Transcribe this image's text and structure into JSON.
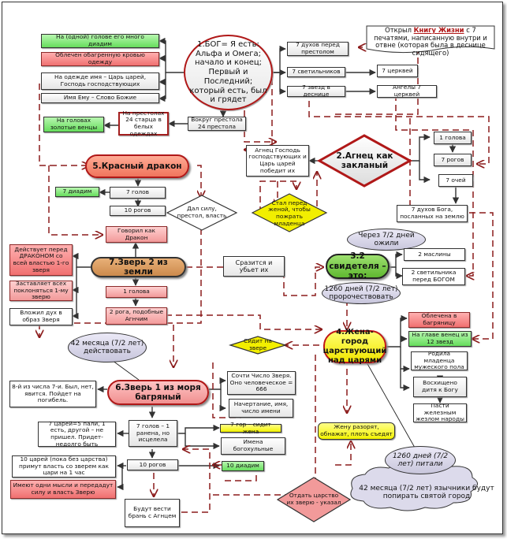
{
  "diagram": {
    "god": {
      "label": "1.БОГ= Я есть: Альфа и Омега; начало и конец; Первый и Последний; который есть, был и грядет"
    },
    "god_attributes": [
      {
        "label": "На (одной) голове его много диадим",
        "color": "green"
      },
      {
        "label": "Облечен обагренную кровью одежду",
        "color": "red"
      },
      {
        "label": "На одежде имя – Царь царей, Господь господствующих",
        "color": "gray"
      },
      {
        "label": "Имя Ему – Слово Божие",
        "color": "gray"
      }
    ],
    "throne": {
      "label": "Вокруг престола 24 престола"
    },
    "elders": {
      "label": "На престолах 24 старца в белых одеждах"
    },
    "crowns": {
      "label": "На головах золотые венцы"
    },
    "god_right": [
      {
        "label": "7 духов перед престолом"
      },
      {
        "label": "7 светильников"
      },
      {
        "label": "7 звезд в деснице"
      }
    ],
    "churches": {
      "label": "7 церквей"
    },
    "angels": {
      "label": "Ангелы 7 церквей"
    },
    "book": {
      "prefix": "Открыл ",
      "highlight": "Книгу Жизни",
      "suffix": " с 7 печатями, написанную внутри и отвне (которая была в деснице сидящего)"
    },
    "lamb": {
      "label": "2.Агнец как закланый"
    },
    "lamb_lord": {
      "label": "Агнец Господь господствующих и Царь царей победит их"
    },
    "lamb_right": [
      {
        "label": "1 голова"
      },
      {
        "label": "7 рогов"
      },
      {
        "label": "7 очей"
      }
    ],
    "spirits": {
      "label": "7 духов Бога, посланных на землю"
    },
    "dragon": {
      "label": "5.Красный дракон"
    },
    "dragon_heads": {
      "label": "7 голов"
    },
    "dragon_diadems": {
      "label": "7 диадим"
    },
    "dragon_horns": {
      "label": "10 рогов"
    },
    "gave_power": {
      "label": "Дал силу, престол, власть"
    },
    "stood_before": {
      "label": "Стал перед женой, чтобы пожрать младенца"
    },
    "spoke_dragon": {
      "label": "Говорил как Дракон"
    },
    "beast2": {
      "label": "7.Зверь 2 из земли"
    },
    "beast2_left": [
      {
        "label": "Действует перед ДРАКОНОМ со всей властью 1-го зверя",
        "color": "red"
      },
      {
        "label": "Заставляет всех поклоняться 1-му зверю",
        "color": "pink"
      },
      {
        "label": "Вложил дух в образ Зверя",
        "color": "white"
      }
    ],
    "beast2_head": {
      "label": "1 голова"
    },
    "beast2_horns": {
      "label": "2 рога, подобные Агнчим"
    },
    "fight_kill": {
      "label": "Сразится и убьет их"
    },
    "witnesses": {
      "label": "3.2 свидетеля – это:"
    },
    "revived": {
      "label": "Через 7/2 дней ожили"
    },
    "prophesy": {
      "label": "1260 дней (7/2 лет) пророчествовать"
    },
    "olives": {
      "label": "2 маслины"
    },
    "lamps": {
      "label": "2 светильника перед БОГОМ"
    },
    "months42_act": {
      "label": "42 месяца (7/2 лет) действовать"
    },
    "woman": {
      "label": "4.Жена-город царствующий над царями"
    },
    "woman_right": [
      {
        "label": "Облечена в багряницу",
        "color": "red"
      },
      {
        "label": "На главе венец из 12 звезд",
        "color": "green"
      },
      {
        "label": "Родила младенца мужеского пола",
        "color": "white"
      },
      {
        "label": "Восхищено дитя к Богу",
        "color": "gray"
      }
    ],
    "rule_iron": {
      "label": "Пасти железным жезлом народы"
    },
    "sits_beast": {
      "label": "Сидит на звере"
    },
    "beast1": {
      "label": "6.Зверь 1 из моря багряный"
    },
    "eighth": {
      "label": "8-й из числа 7-и. Был, нет, явится. Пойдет на погибель."
    },
    "count_number": {
      "label": "Сочти Число Зверя. Оно человеческое = 666"
    },
    "mark": {
      "label": "Начертание, имя, число имени"
    },
    "seven_heads": {
      "label": "7 голов – 1 ранена, но исцелела"
    },
    "seven_kings": {
      "label": "7 царей=5 пали, 1 есть, другой – не пришел. Придет-недолго быть"
    },
    "seven_hills": {
      "label": "7 гор – сидит жена"
    },
    "blasphemy": {
      "label": "Имена богохульные"
    },
    "ten_horns": {
      "label": "10 рогов"
    },
    "ten_diadems": {
      "label": "10 диадим"
    },
    "ten_kings": {
      "label": "10 царей (пока без царства) примут власть со зверем как цари на 1 час"
    },
    "one_mind": {
      "label": "Имеют одни мысли и передадут силу и власть Зверю"
    },
    "war_lamb": {
      "label": "Будут вести брань с Агнцем"
    },
    "devour": {
      "label": "Жену разорят, обнажат, плоть съедят"
    },
    "give_kingdom": {
      "label": "Отдать царство их зверю - указал"
    },
    "fed_1260": {
      "label": "1260 дней (7/2 лет) питали"
    },
    "gentiles": {
      "label": "42 месяца (7/2 лет) язычники будут попирать святой город"
    }
  }
}
